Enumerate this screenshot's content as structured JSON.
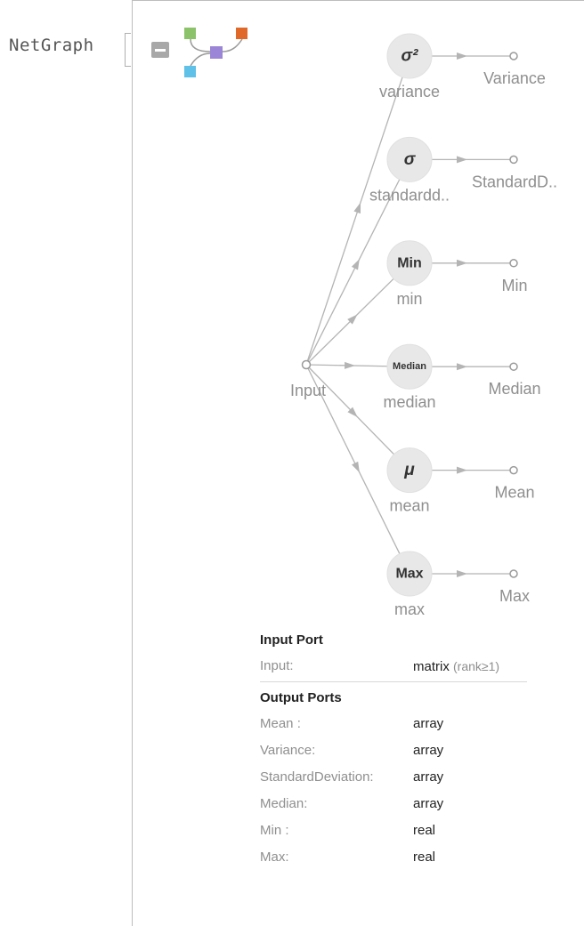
{
  "cell_label": "NetGraph",
  "graph": {
    "input": {
      "label": "Input"
    },
    "nodes": [
      {
        "id": "variance",
        "symbol": "σ²",
        "label": "variance",
        "output": "Variance"
      },
      {
        "id": "standarddeviation",
        "symbol": "σ",
        "label": "standardd..",
        "output": "StandardD.."
      },
      {
        "id": "min",
        "symbol": "Min",
        "label": "min",
        "output": "Min"
      },
      {
        "id": "median",
        "symbol": "Median",
        "label": "median",
        "output": "Median"
      },
      {
        "id": "mean",
        "symbol": "μ",
        "label": "mean",
        "output": "Mean"
      },
      {
        "id": "max",
        "symbol": "Max",
        "label": "max",
        "output": "Max"
      }
    ],
    "colors": {
      "node_fill": "#e8e8e8",
      "edge": "#b4b4b4",
      "icon_green": "#8cc36a",
      "icon_orange": "#e0692a",
      "icon_purple": "#9b85d6",
      "icon_cyan": "#5fc0e8"
    }
  },
  "ports": {
    "input_title": "Input Port",
    "input_rows": [
      {
        "name": "Input:",
        "type": "matrix",
        "hint": "(rank≥1)"
      }
    ],
    "output_title": "Output Ports",
    "output_rows": [
      {
        "name": "Mean :",
        "type": "array"
      },
      {
        "name": "Variance:",
        "type": "array"
      },
      {
        "name": "StandardDeviation:",
        "type": "array"
      },
      {
        "name": "Median:",
        "type": "array"
      },
      {
        "name": "Min :",
        "type": "real"
      },
      {
        "name": "Max:",
        "type": "real"
      }
    ]
  }
}
